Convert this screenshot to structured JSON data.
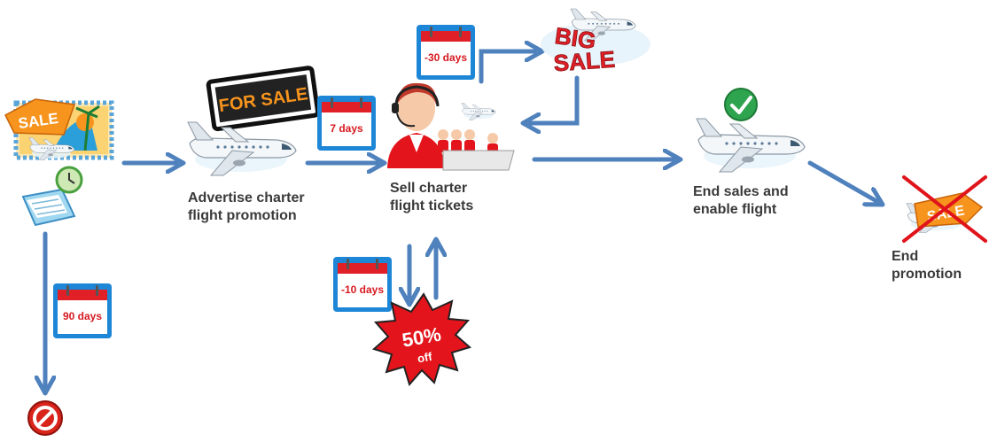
{
  "colors": {
    "arrow": "#4f81bd",
    "calendar_frame": "#1e86d6",
    "calendar_header": "#e01f26",
    "calendar_text": "#d71920",
    "label_text": "#3a3a3a",
    "sale_orange": "#f7941d",
    "burst_red": "#e3141b",
    "cross_red": "#e0141b",
    "check_green": "#2ea44f"
  },
  "stages": {
    "advertise": {
      "line1": "Advertise charter",
      "line2": "flight promotion"
    },
    "sell": {
      "line1": "Sell charter",
      "line2": "flight tickets"
    },
    "end_sales": {
      "line1": "End sales and",
      "line2": "enable flight"
    },
    "end_promotion": {
      "line1": "End",
      "line2": "promotion"
    }
  },
  "calendars": {
    "minus_30": "-30 days",
    "seven": "7 days",
    "minus_10": "-10 days",
    "ninety": "90 days"
  },
  "badges": {
    "sale_tag": "SALE",
    "for_sale_sign": "FOR SALE",
    "big_sale_word1": "BIG",
    "big_sale_word2": "SALE",
    "discount_value": "50%",
    "discount_unit": "off",
    "crossed_sale": "SALE"
  },
  "icons": [
    "sale-stamp-icon",
    "planner-clock-icon",
    "for-sale-sign-icon",
    "airplane-icon",
    "call-center-icon",
    "big-sale-icon",
    "checkmark-icon",
    "crossed-sale-icon",
    "discount-burst-icon",
    "calendar-icon",
    "cancel-icon"
  ]
}
